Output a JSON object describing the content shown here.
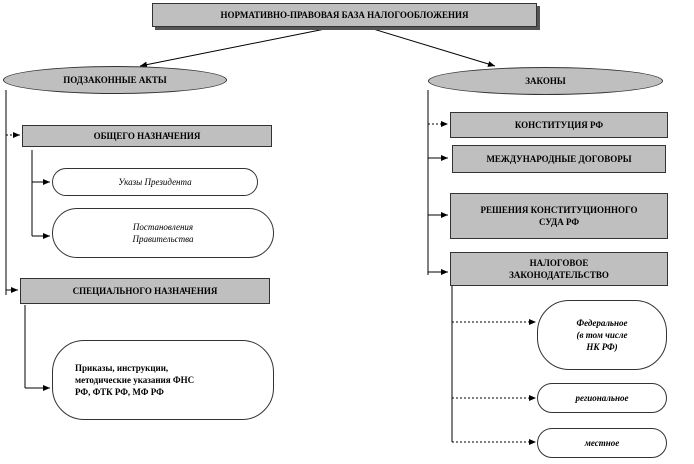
{
  "root": {
    "label": "НОРМАТИВНО-ПРАВОВАЯ  БАЗА НАЛОГООБЛОЖЕНИЯ"
  },
  "left": {
    "header": "ПОДЗАКОННЫЕ АКТЫ",
    "general": "ОБЩЕГО НАЗНАЧЕНИЯ",
    "general_items": [
      "Указы Президента",
      "Постановления\nПравительства"
    ],
    "special": "СПЕЦИАЛЬНОГО НАЗНАЧЕНИЯ",
    "special_items": [
      "Приказы, инструкции,\nметодические указания ФНС\nРФ, ФТК РФ, МФ РФ"
    ]
  },
  "right": {
    "header": "ЗАКОНЫ",
    "items": [
      "КОНСТИТУЦИЯ РФ",
      "МЕЖДУНАРОДНЫЕ  ДОГОВОРЫ",
      "РЕШЕНИЯ  КОНСТИТУЦИОННОГО\nСУДА РФ",
      "НАЛОГОВОЕ\nЗАКОНОДАТЕЛЬСТВО"
    ],
    "tax_items": [
      "Федеральное\n(в том числе\nНК  РФ)",
      "региональное",
      "местное"
    ]
  }
}
